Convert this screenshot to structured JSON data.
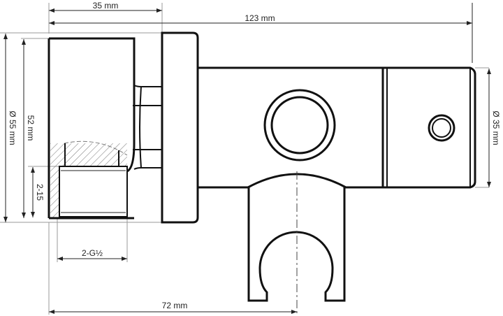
{
  "dimensions": {
    "width_35": "35 mm",
    "total_length": "123 mm",
    "diameter_55": "Ø 55 mm",
    "height_52": "52 mm",
    "thread_depth": "2-15",
    "thread_size": "2-G½",
    "holder_offset": "72 mm",
    "diameter_35": "Ø 35 mm"
  }
}
